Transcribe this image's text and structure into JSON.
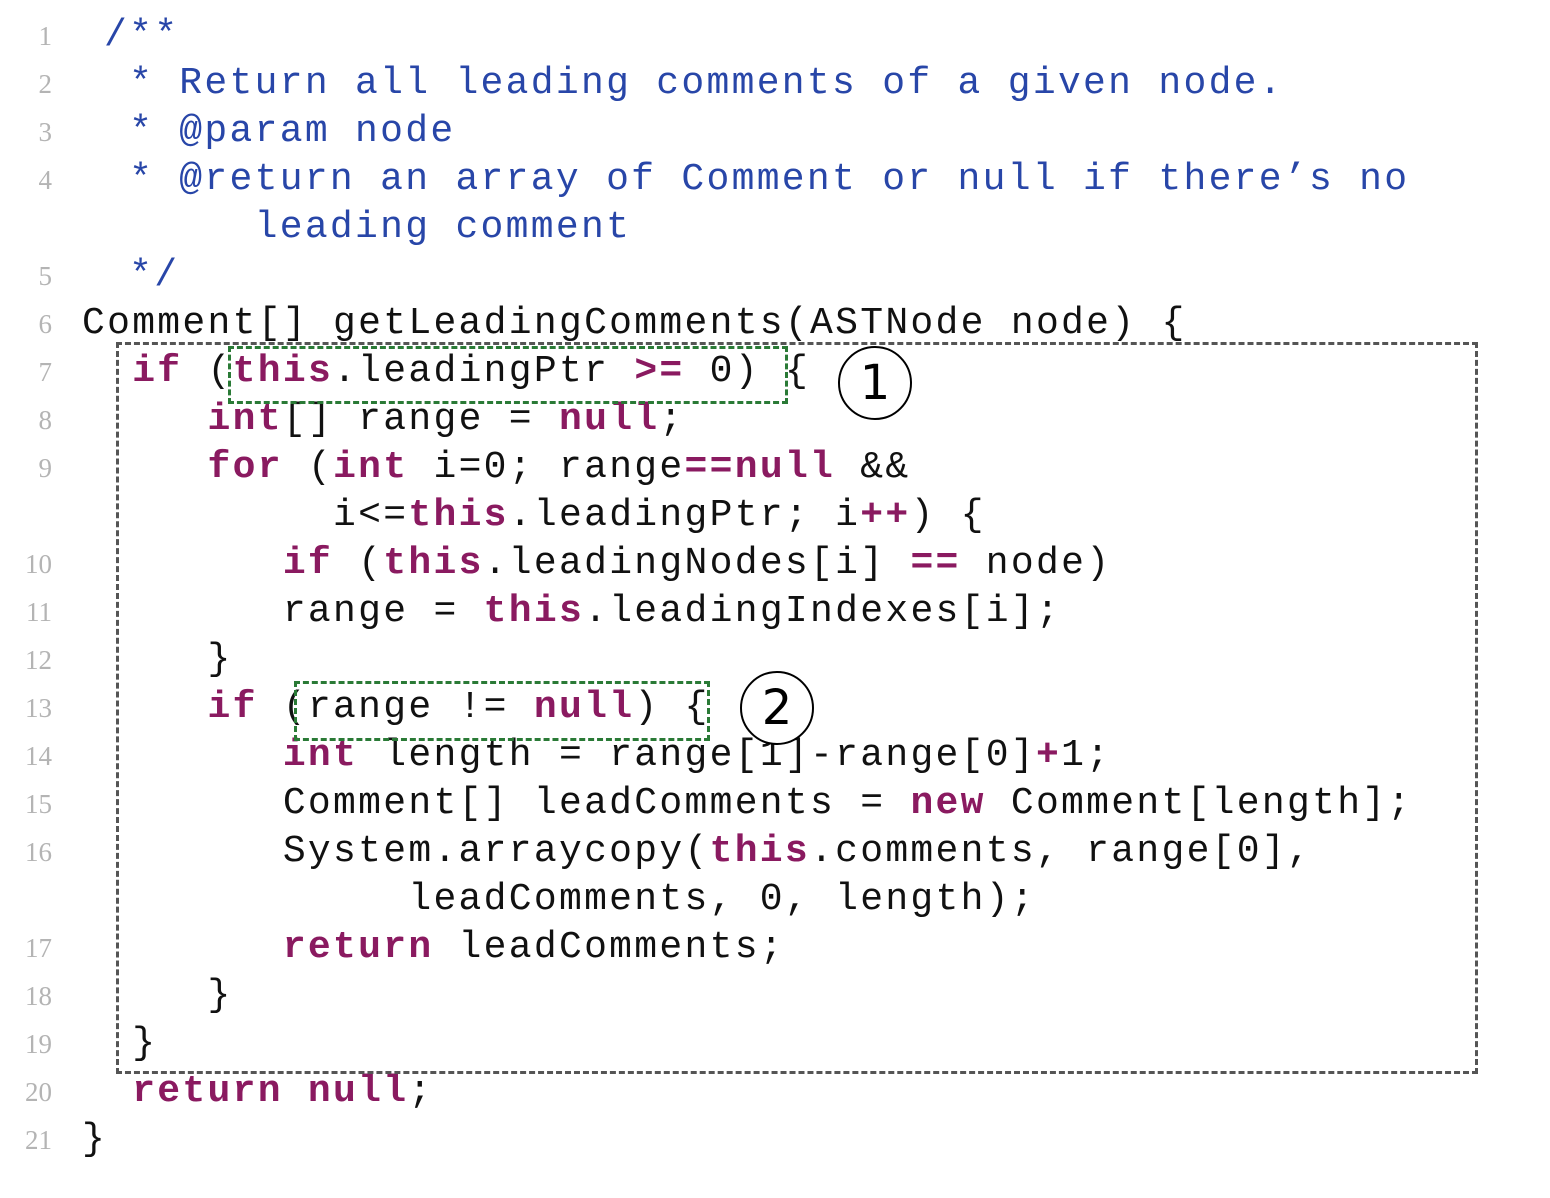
{
  "lines": [
    {
      "num": "1",
      "segments": [
        {
          "text": "/**",
          "style": "comment"
        }
      ]
    },
    {
      "num": "2",
      "segments": [
        {
          "text": " * Return all leading comments of a given node.",
          "style": "comment"
        }
      ]
    },
    {
      "num": "3",
      "segments": [
        {
          "text": " * @param node",
          "style": "comment"
        }
      ]
    },
    {
      "num": "4",
      "segments": [
        {
          "text": " * @return an array of Comment or null if there’s no",
          "style": "comment"
        }
      ]
    },
    {
      "num": "",
      "segments": [
        {
          "text": "      leading comment",
          "style": "comment"
        }
      ]
    },
    {
      "num": "5",
      "segments": [
        {
          "text": " */",
          "style": "comment"
        }
      ]
    },
    {
      "num": "6",
      "segments": [
        {
          "text": "Comment[] getLeadingComments(ASTNode node) {",
          "style": "plain"
        }
      ]
    },
    {
      "num": "7",
      "segments": [
        {
          "text": "  if",
          "style": "keyword"
        },
        {
          "text": " (",
          "style": "plain"
        },
        {
          "text": "this",
          "style": "keyword"
        },
        {
          "text": ".leadingPtr ",
          "style": "plain"
        },
        {
          "text": ">=",
          "style": "keyword"
        },
        {
          "text": " 0) {",
          "style": "plain"
        }
      ]
    },
    {
      "num": "8",
      "segments": [
        {
          "text": "     int",
          "style": "keyword"
        },
        {
          "text": "[] range = ",
          "style": "plain"
        },
        {
          "text": "null",
          "style": "keyword"
        },
        {
          "text": ";",
          "style": "plain"
        }
      ]
    },
    {
      "num": "9",
      "segments": [
        {
          "text": "     for",
          "style": "keyword"
        },
        {
          "text": " (",
          "style": "plain"
        },
        {
          "text": "int",
          "style": "keyword"
        },
        {
          "text": " i=0; range",
          "style": "plain"
        },
        {
          "text": "==null",
          "style": "keyword"
        },
        {
          "text": " &&",
          "style": "plain"
        }
      ]
    },
    {
      "num": "",
      "segments": [
        {
          "text": "          i<=",
          "style": "plain"
        },
        {
          "text": "this",
          "style": "keyword"
        },
        {
          "text": ".leadingPtr; i",
          "style": "plain"
        },
        {
          "text": "++",
          "style": "keyword"
        },
        {
          "text": ") {",
          "style": "plain"
        }
      ]
    },
    {
      "num": "10",
      "segments": [
        {
          "text": "        if",
          "style": "keyword"
        },
        {
          "text": " (",
          "style": "plain"
        },
        {
          "text": "this",
          "style": "keyword"
        },
        {
          "text": ".leadingNodes[i] ",
          "style": "plain"
        },
        {
          "text": "==",
          "style": "keyword"
        },
        {
          "text": " node)",
          "style": "plain"
        }
      ]
    },
    {
      "num": "11",
      "segments": [
        {
          "text": "        range = ",
          "style": "plain"
        },
        {
          "text": "this",
          "style": "keyword"
        },
        {
          "text": ".leadingIndexes[i];",
          "style": "plain"
        }
      ]
    },
    {
      "num": "12",
      "segments": [
        {
          "text": "     }",
          "style": "plain"
        }
      ]
    },
    {
      "num": "13",
      "segments": [
        {
          "text": "     if",
          "style": "keyword"
        },
        {
          "text": " (range != ",
          "style": "plain"
        },
        {
          "text": "null",
          "style": "keyword"
        },
        {
          "text": ") {",
          "style": "plain"
        }
      ]
    },
    {
      "num": "14",
      "segments": [
        {
          "text": "        int",
          "style": "keyword"
        },
        {
          "text": " length = range[1]-range[0]",
          "style": "plain"
        },
        {
          "text": "+",
          "style": "keyword"
        },
        {
          "text": "1;",
          "style": "plain"
        }
      ]
    },
    {
      "num": "15",
      "segments": [
        {
          "text": "        Comment[] leadComments = ",
          "style": "plain"
        },
        {
          "text": "new",
          "style": "keyword"
        },
        {
          "text": " Comment[length];",
          "style": "plain"
        }
      ]
    },
    {
      "num": "16",
      "segments": [
        {
          "text": "        System.arraycopy(",
          "style": "plain"
        },
        {
          "text": "this",
          "style": "keyword"
        },
        {
          "text": ".comments, range[0],",
          "style": "plain"
        }
      ]
    },
    {
      "num": "",
      "segments": [
        {
          "text": "             leadComments, 0, length);",
          "style": "plain"
        }
      ]
    },
    {
      "num": "17",
      "segments": [
        {
          "text": "        return",
          "style": "keyword"
        },
        {
          "text": " leadComments;",
          "style": "plain"
        }
      ]
    },
    {
      "num": "18",
      "segments": [
        {
          "text": "     }",
          "style": "plain"
        }
      ]
    },
    {
      "num": "19",
      "segments": [
        {
          "text": "  }",
          "style": "plain"
        }
      ]
    },
    {
      "num": "20",
      "segments": [
        {
          "text": "  return null",
          "style": "keyword"
        },
        {
          "text": ";",
          "style": "plain"
        }
      ]
    },
    {
      "num": "21",
      "segments": [
        {
          "text": "}",
          "style": "plain"
        }
      ]
    }
  ],
  "markers": [
    "1",
    "2"
  ],
  "colors": {
    "comment": "#2846a8",
    "keyword": "#8a1a60",
    "plain": "#111111",
    "line_number": "#b4b4b4",
    "outer_box": "#555555",
    "condition_box": "#2a7a36"
  }
}
